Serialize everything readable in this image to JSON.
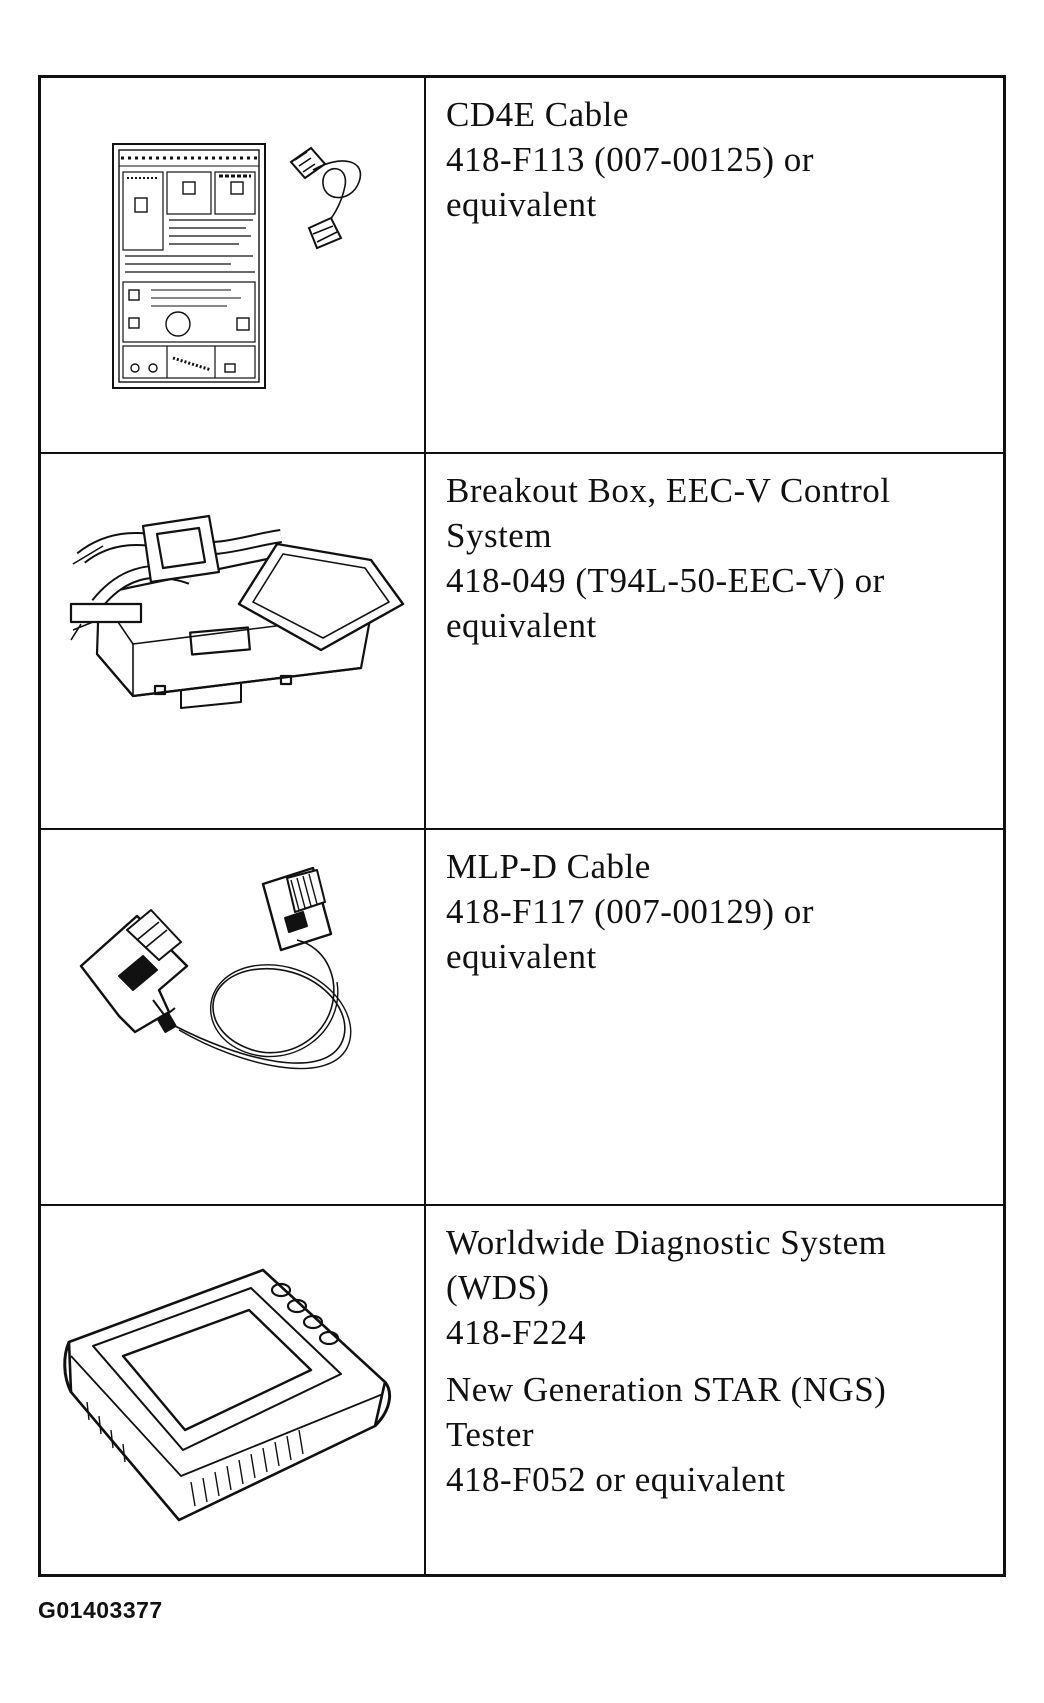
{
  "tools": [
    {
      "illustration": "cd4e-cable-illustration",
      "lines": [
        "CD4E Cable",
        "418-F113 (007-00125) or",
        "equivalent"
      ]
    },
    {
      "illustration": "breakout-box-illustration",
      "lines": [
        "Breakout Box, EEC-V Control",
        "System",
        "418-049 (T94L-50-EEC-V) or",
        "equivalent"
      ]
    },
    {
      "illustration": "mlp-d-cable-illustration",
      "lines": [
        "MLP-D Cable",
        "418-F117 (007-00129) or",
        "equivalent"
      ]
    },
    {
      "illustration": "wds-tester-illustration",
      "lines": [
        "Worldwide Diagnostic System",
        "(WDS)",
        "418-F224",
        "New Generation STAR (NGS)",
        "Tester",
        "418-F052 or equivalent"
      ]
    }
  ],
  "footer": {
    "code": "G01403377"
  }
}
